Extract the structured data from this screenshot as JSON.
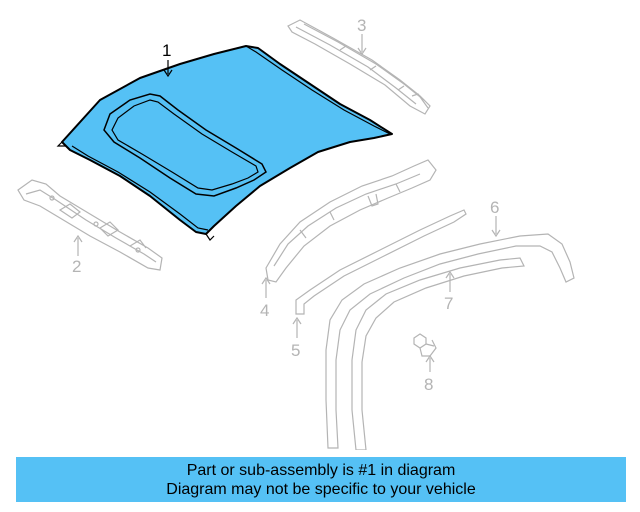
{
  "diagram": {
    "callouts": [
      "1",
      "2",
      "3",
      "4",
      "5",
      "6",
      "7",
      "8"
    ],
    "highlight_color": "#55c1f5",
    "outline_color": "#000000",
    "dim_color": "#b4b4b4"
  },
  "banner": {
    "line1": "Part or sub-assembly is #1 in diagram",
    "line2": "Diagram may not be specific to your vehicle",
    "background": "#55c1f5"
  }
}
